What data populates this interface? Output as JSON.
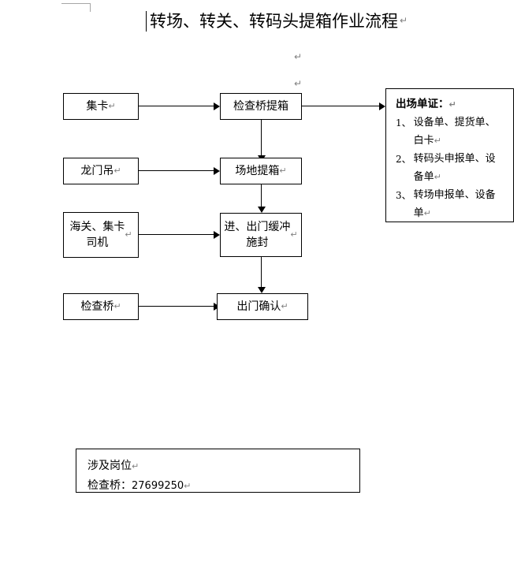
{
  "document": {
    "title": "转场、转关、转码头提箱作业流程",
    "return_mark": "↵",
    "background_color": "#ffffff",
    "line_color": "#000000",
    "mark_color": "#808080"
  },
  "title_marks": {
    "after_title": "↵",
    "below_title_1": "↵",
    "below_title_2": "↵"
  },
  "flow": {
    "rows": [
      {
        "actor": {
          "label": "集卡",
          "mark": "↵"
        },
        "step": {
          "label": "检查桥提箱",
          "mark": ""
        }
      },
      {
        "actor": {
          "label": "龙门吊",
          "mark": "↵"
        },
        "step": {
          "label": "场地提箱",
          "mark": "↵"
        }
      },
      {
        "actor": {
          "label": "海关、集卡\n司机",
          "mark": "↵"
        },
        "step": {
          "label": "进、出门缓冲\n施封",
          "mark": "↵"
        }
      },
      {
        "actor": {
          "label": "检查桥",
          "mark": "↵"
        },
        "step": {
          "label": "出门确认",
          "mark": "↵"
        }
      }
    ]
  },
  "notes": {
    "heading": "出场单证：",
    "heading_mark": "↵",
    "items": [
      {
        "num": "1、",
        "text": "设备单、提货单、\n白卡",
        "mark": "↵"
      },
      {
        "num": "2、",
        "text": "转码头申报单、设\n备单",
        "mark": "↵"
      },
      {
        "num": "3、",
        "text": "转场申报单、设备\n单",
        "mark": "↵"
      }
    ]
  },
  "info": {
    "line1": "涉及岗位",
    "line1_mark": "↵",
    "line2_label": "检查桥：",
    "line2_phone": "27699250",
    "line2_mark": "↵"
  }
}
